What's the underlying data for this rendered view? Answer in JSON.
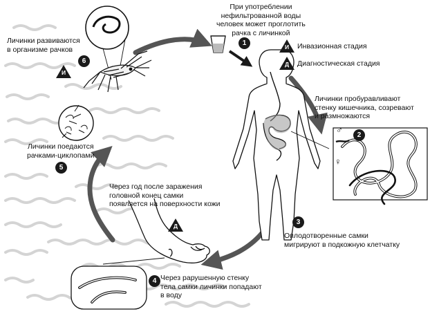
{
  "steps": [
    {
      "number": "1",
      "text": "При употреблении\nнефильтрованной воды\nчеловек может проглотить\nрачка с личинкой"
    },
    {
      "number": "2",
      "text": "Личинки пробуравливают\nстенку кишечника, созревают\nи размножаются"
    },
    {
      "number": "3",
      "text": "Оплодотворенные самки\nмигрируют в подкожную клетчатку"
    },
    {
      "number": "4",
      "text": "Через рарушенную стенку\nтела самки личинки попадают\nв воду"
    },
    {
      "number": "5",
      "text": "Личинки поедаются\nрачками-циклопами"
    },
    {
      "number": "6",
      "text": "Личинки развиваются\nв организме рачков"
    }
  ],
  "annotation_skin": "Через год после заражения\nголовной конец самки\nпоявляется на поверхности кожи",
  "legend": {
    "invasive": {
      "mark": "И",
      "label": "Инвазионная стадия"
    },
    "diagnostic": {
      "mark": "Д",
      "label": "Диагностическая стадия"
    }
  },
  "stage_marks": {
    "crustacean": "И",
    "skin": "Д"
  },
  "sex_symbols": {
    "male": "♂",
    "female": "♀"
  },
  "colors": {
    "ink": "#111111",
    "arrow": "#555555",
    "water": "#d9d9d9",
    "marker": "#1a1a1a"
  }
}
